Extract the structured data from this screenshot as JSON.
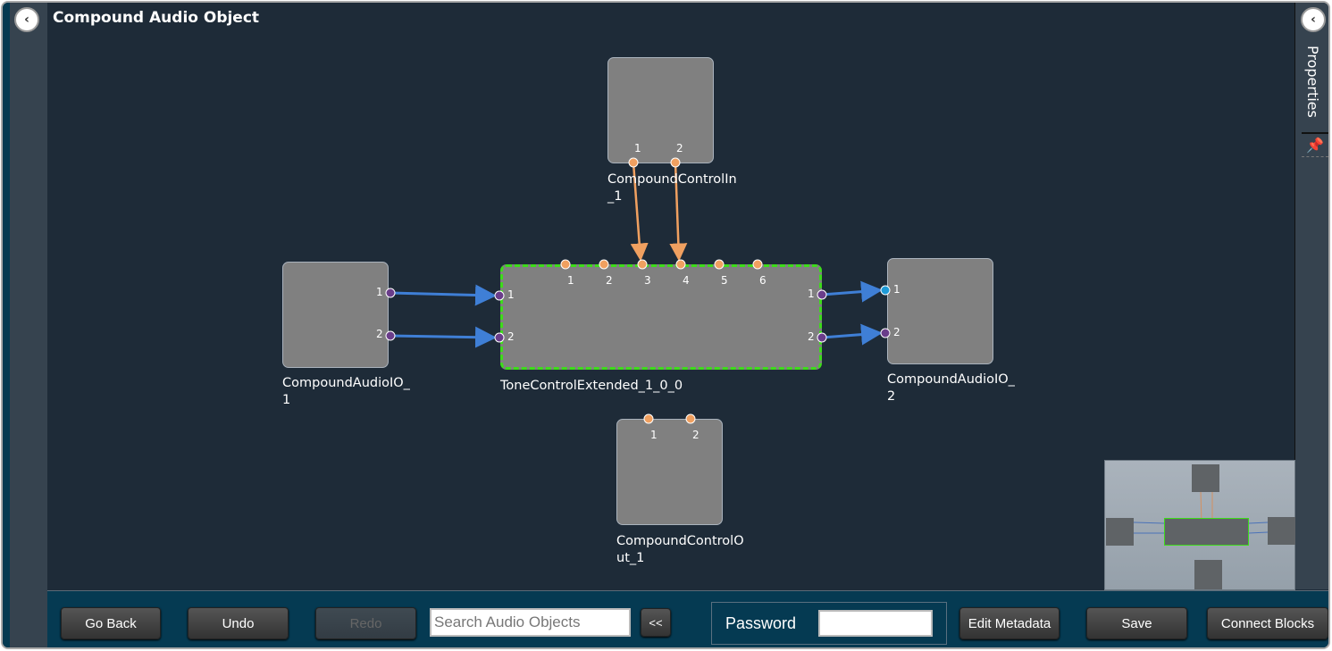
{
  "title": "Compound Audio Object",
  "left_back_icon": "chevron-left-icon",
  "properties_panel": {
    "label": "Properties",
    "collapse_icon": "chevron-left-icon",
    "pin_icon": "pushpin-icon"
  },
  "blocks": {
    "control_in": {
      "name": "CompoundControlIn_1",
      "ports": [
        "1",
        "2"
      ]
    },
    "audio_io_1": {
      "name": "CompoundAudioIO_1",
      "ports": [
        "1",
        "2"
      ]
    },
    "tone": {
      "name": "ToneControlExtended_1_0_0",
      "control_ports": [
        "1",
        "2",
        "3",
        "4",
        "5",
        "6"
      ],
      "in_ports": [
        "1",
        "2"
      ],
      "out_ports": [
        "1",
        "2"
      ]
    },
    "audio_io_2": {
      "name": "CompoundAudioIO_2",
      "ports": [
        "1",
        "2"
      ]
    },
    "control_out": {
      "name": "CompoundControlOut_1",
      "ports": [
        "1",
        "2"
      ]
    }
  },
  "colors": {
    "audio_wire": "#3f7fd6",
    "control_wire": "#f0a060",
    "selected": "#3ddc1a"
  },
  "toolbar": {
    "go_back": "Go Back",
    "undo": "Undo",
    "redo": "Redo",
    "search_placeholder": "Search Audio Objects",
    "collapse": "<<",
    "password_label": "Password",
    "password_value": "",
    "edit_metadata": "Edit Metadata",
    "save": "Save",
    "connect_blocks": "Connect Blocks"
  }
}
